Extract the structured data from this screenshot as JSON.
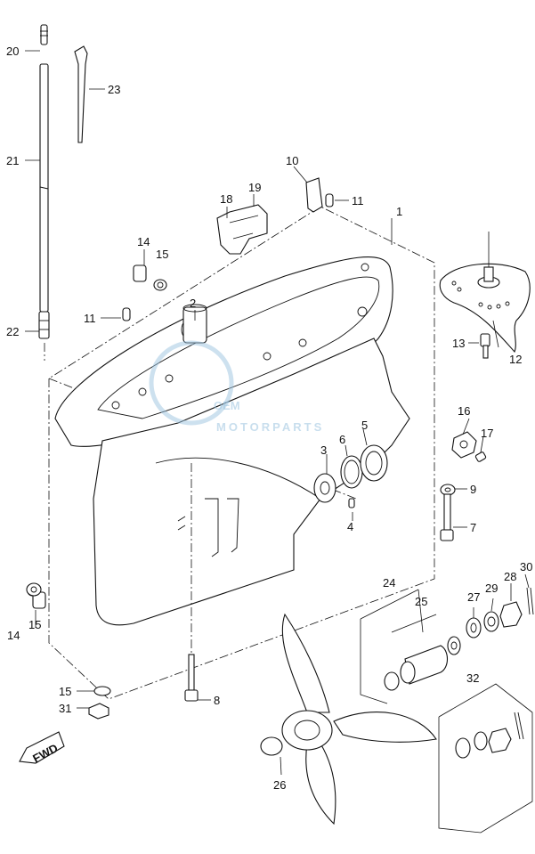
{
  "watermark": {
    "brand": "OEM",
    "subtitle": "MOTORPARTS"
  },
  "fwd_label": "FWD",
  "callouts": [
    "1",
    "2",
    "3",
    "4",
    "5",
    "6",
    "7",
    "8",
    "9",
    "10",
    "11",
    "11",
    "12",
    "13",
    "14",
    "14",
    "15",
    "15",
    "15",
    "16",
    "17",
    "18",
    "19",
    "20",
    "21",
    "22",
    "23",
    "24",
    "25",
    "26",
    "27",
    "28",
    "29",
    "30",
    "31",
    "32"
  ],
  "colors": {
    "line": "#111111",
    "watermark": "#9cc4e0"
  }
}
